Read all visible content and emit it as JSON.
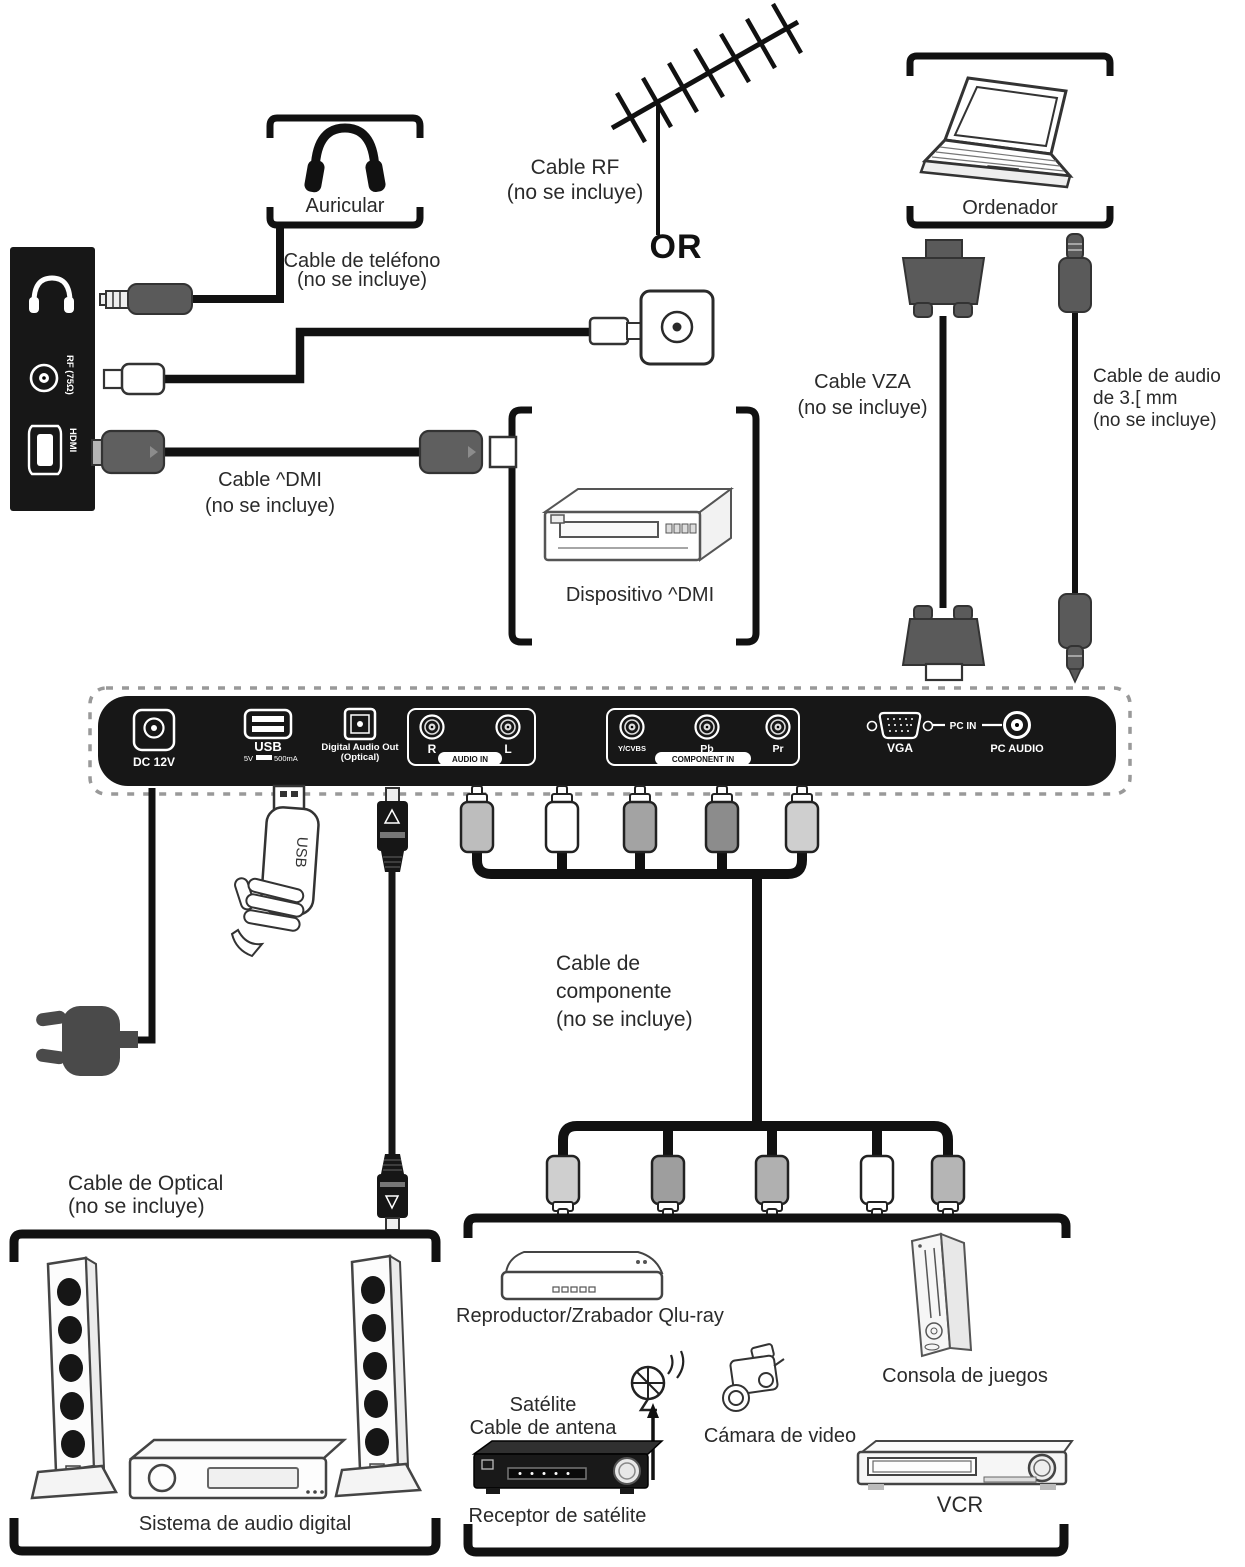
{
  "labels": {
    "auricular": "Auricular",
    "cable_telefono_1": "Cable de teléfono",
    "cable_telefono_2": "(no se incluye)",
    "cable_rf_1": "Cable RF",
    "cable_rf_2": "(no se incluye)",
    "or": "OR",
    "ordenador": "Ordenador",
    "cable_vza_1": "Cable VZA",
    "cable_vza_2": "(no se incluye)",
    "cable_audio_1": "Cable de audio",
    "cable_audio_2": "de 3.[ mm",
    "cable_audio_3": "(no se incluye)",
    "cable_hdmi_1": "Cable ^DMI",
    "cable_hdmi_2": "(no se incluye)",
    "dispositivo_hdmi": "Dispositivo ^DMI",
    "cable_componente_1": "Cable de",
    "cable_componente_2": "componente",
    "cable_componente_3": "(no se incluye)",
    "cable_optical_1": "Cable de Optical",
    "cable_optical_2": "(no se incluye)",
    "sistema_audio": "Sistema de audio digital",
    "reproductor": "Reproductor/Zrabador Qlu-ray",
    "satelite_1": "Satélite",
    "satelite_2": "Cable de antena",
    "receptor": "Receptor de satélite",
    "camara": "Cámara de video",
    "consola": "Consola de juegos",
    "vcr": "VCR"
  },
  "panel": {
    "dc": "DC 12V",
    "usb": "USB",
    "usb_voltage": "5V",
    "usb_current": "500mA",
    "digital_audio_1": "Digital Audio Out",
    "digital_audio_2": "(Optical)",
    "audio_r": "R",
    "audio_l": "L",
    "audio_in": "AUDIO IN",
    "ycvbs": "Y/CVBS",
    "pb": "Pb",
    "pr": "Pr",
    "component_in": "COMPONENT IN",
    "vga": "VGA",
    "pc_in": "PC IN",
    "pc_audio": "PC AUDIO"
  },
  "side_panel": {
    "rf": "RF (75Ω)",
    "hdmi": "HDMI"
  },
  "usb_stick_label": "USB",
  "colors": {
    "line": "#111111",
    "panel_bg": "#171717",
    "connector_gray": "#5a5a5a",
    "dash_border": "#999999"
  }
}
